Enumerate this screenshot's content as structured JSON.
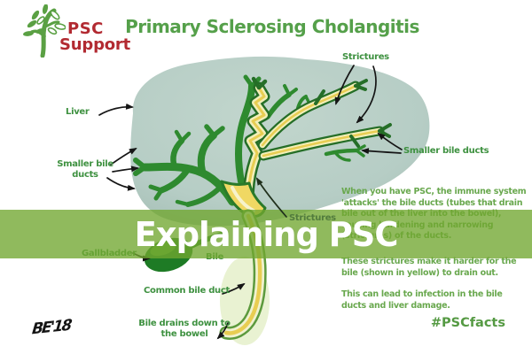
{
  "logo": {
    "line1": "PSC",
    "line2": "Support"
  },
  "header": {
    "title": "Primary Sclerosing Cholangitis"
  },
  "banner": {
    "label": "Explaining PSC"
  },
  "labels": {
    "liver": "Liver",
    "smaller_bile_ducts_left": "Smaller bile ducts",
    "strictures_top": "Strictures",
    "smaller_bile_ducts_right": "Smaller bile ducts",
    "strictures_mid": "Strictures",
    "gallbladder": "Gallbladder",
    "bile": "Bile",
    "common_bile_duct": "Common bile duct",
    "bile_drains_to_bowel": "Bile drains down to the bowel"
  },
  "info_text": {
    "p1": "When you have PSC, the immune system 'attacks' the bile ducts (tubes that drain bile out of the liver into the bowel), causing hardening and narrowing (strictures) of the ducts.",
    "p2": "These strictures make it harder for the bile (shown in yellow) to drain out.",
    "p3": "This can lead to infection in the bile ducts and liver damage.",
    "hashtag": "#PSCfacts"
  },
  "signature": "BE'18",
  "colors": {
    "brand_green": "#55a04a",
    "brand_red": "#b22a31",
    "banner_green": "#71a62f",
    "label_green": "#3e9140",
    "body_text_green": "#69a84e",
    "liver_teal": "#b8cec6",
    "duct_dark_green": "#2e8a2f",
    "duct_yellow": "#e8cd52",
    "duct_cream": "#f2efb8"
  }
}
